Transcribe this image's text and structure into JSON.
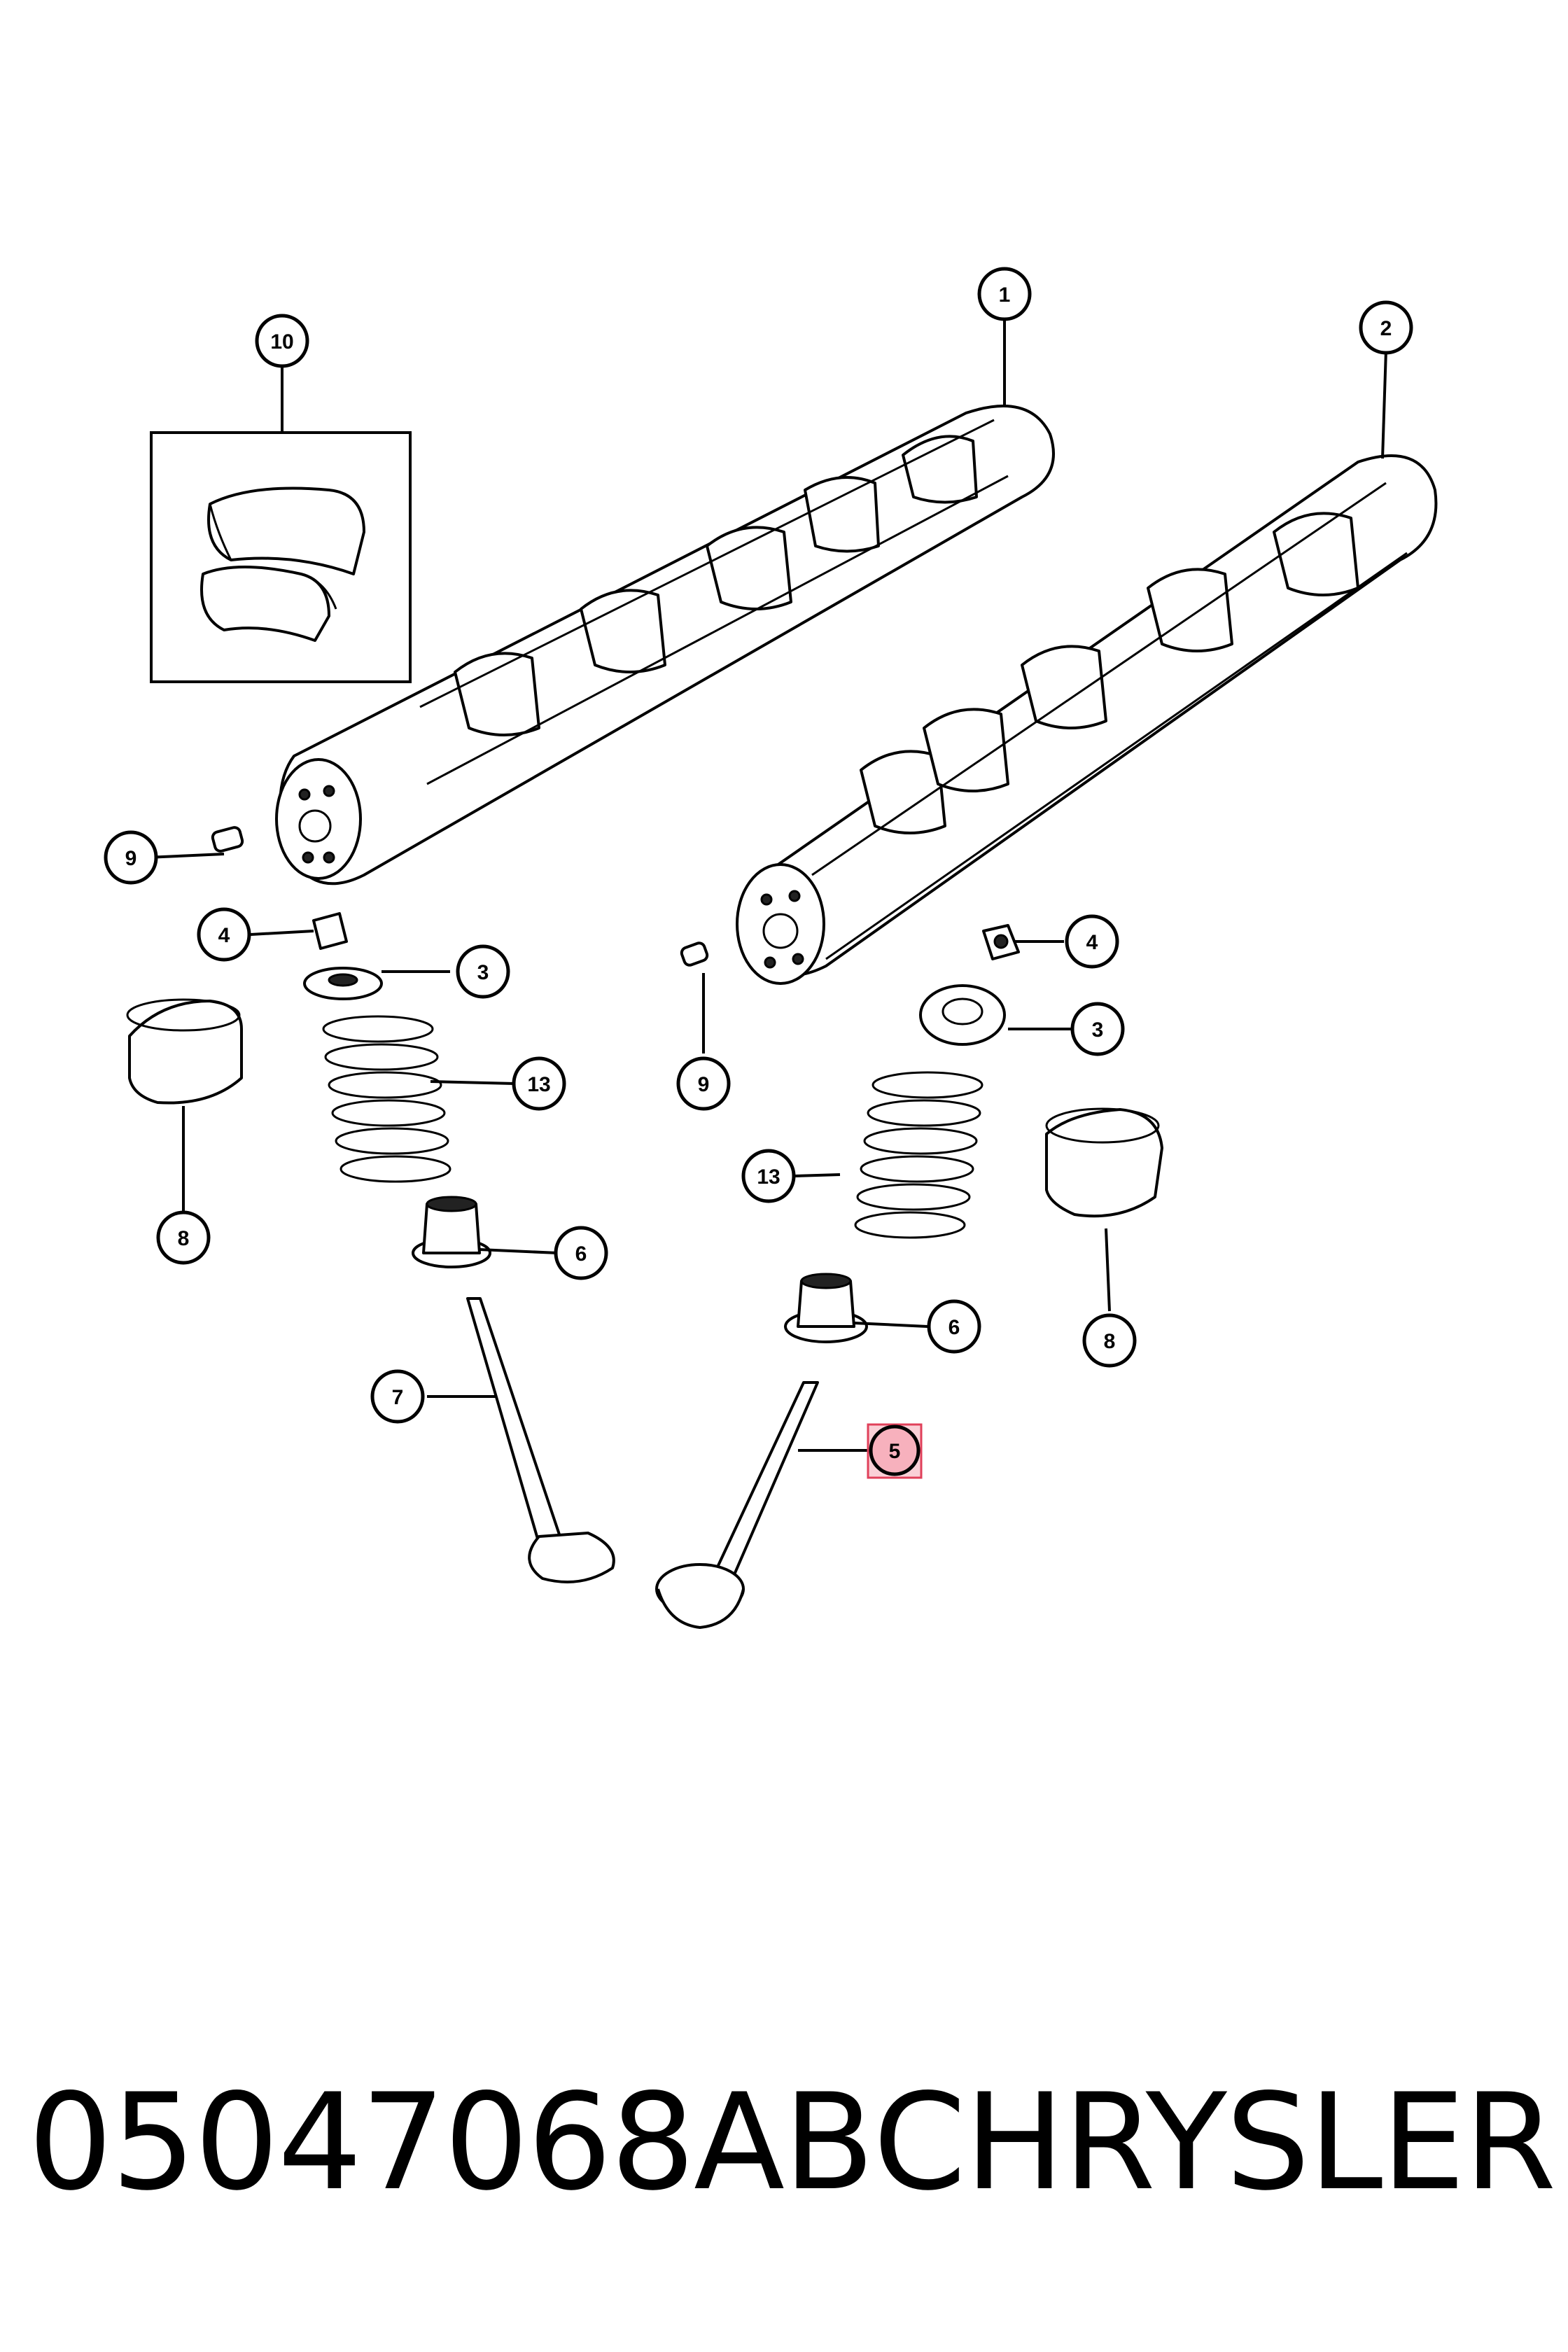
{
  "callouts": {
    "c1": "1",
    "c2": "2",
    "c3a": "3",
    "c3b": "3",
    "c4a": "4",
    "c4b": "4",
    "c5": "5",
    "c6a": "6",
    "c6b": "6",
    "c7": "7",
    "c8a": "8",
    "c8b": "8",
    "c9a": "9",
    "c9b": "9",
    "c10": "10",
    "c13a": "13",
    "c13b": "13"
  },
  "footer": {
    "part_number": "05047068AB",
    "brand": "CHRYSLER"
  },
  "highlight_color": "#e0405a"
}
